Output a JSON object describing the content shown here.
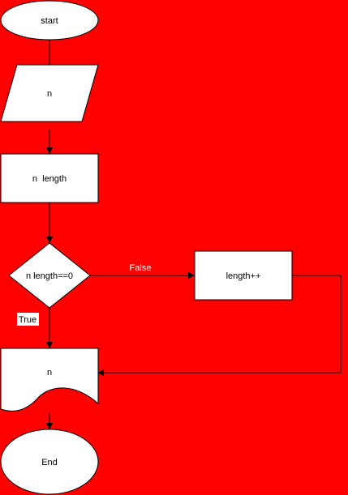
{
  "diagram": {
    "background": "#ff0000",
    "nodes": {
      "start": {
        "label": "start",
        "shape": "ellipse"
      },
      "input": {
        "label": "n",
        "shape": "parallelogram"
      },
      "process": {
        "label": "n  length",
        "shape": "rectangle"
      },
      "decision": {
        "label": "n length==0",
        "shape": "diamond"
      },
      "increment": {
        "label": "length++",
        "shape": "rectangle"
      },
      "output": {
        "label": "n",
        "shape": "document"
      },
      "end": {
        "label": "End",
        "shape": "ellipse"
      }
    },
    "edges": {
      "false_label": "False",
      "true_label": "True"
    }
  }
}
